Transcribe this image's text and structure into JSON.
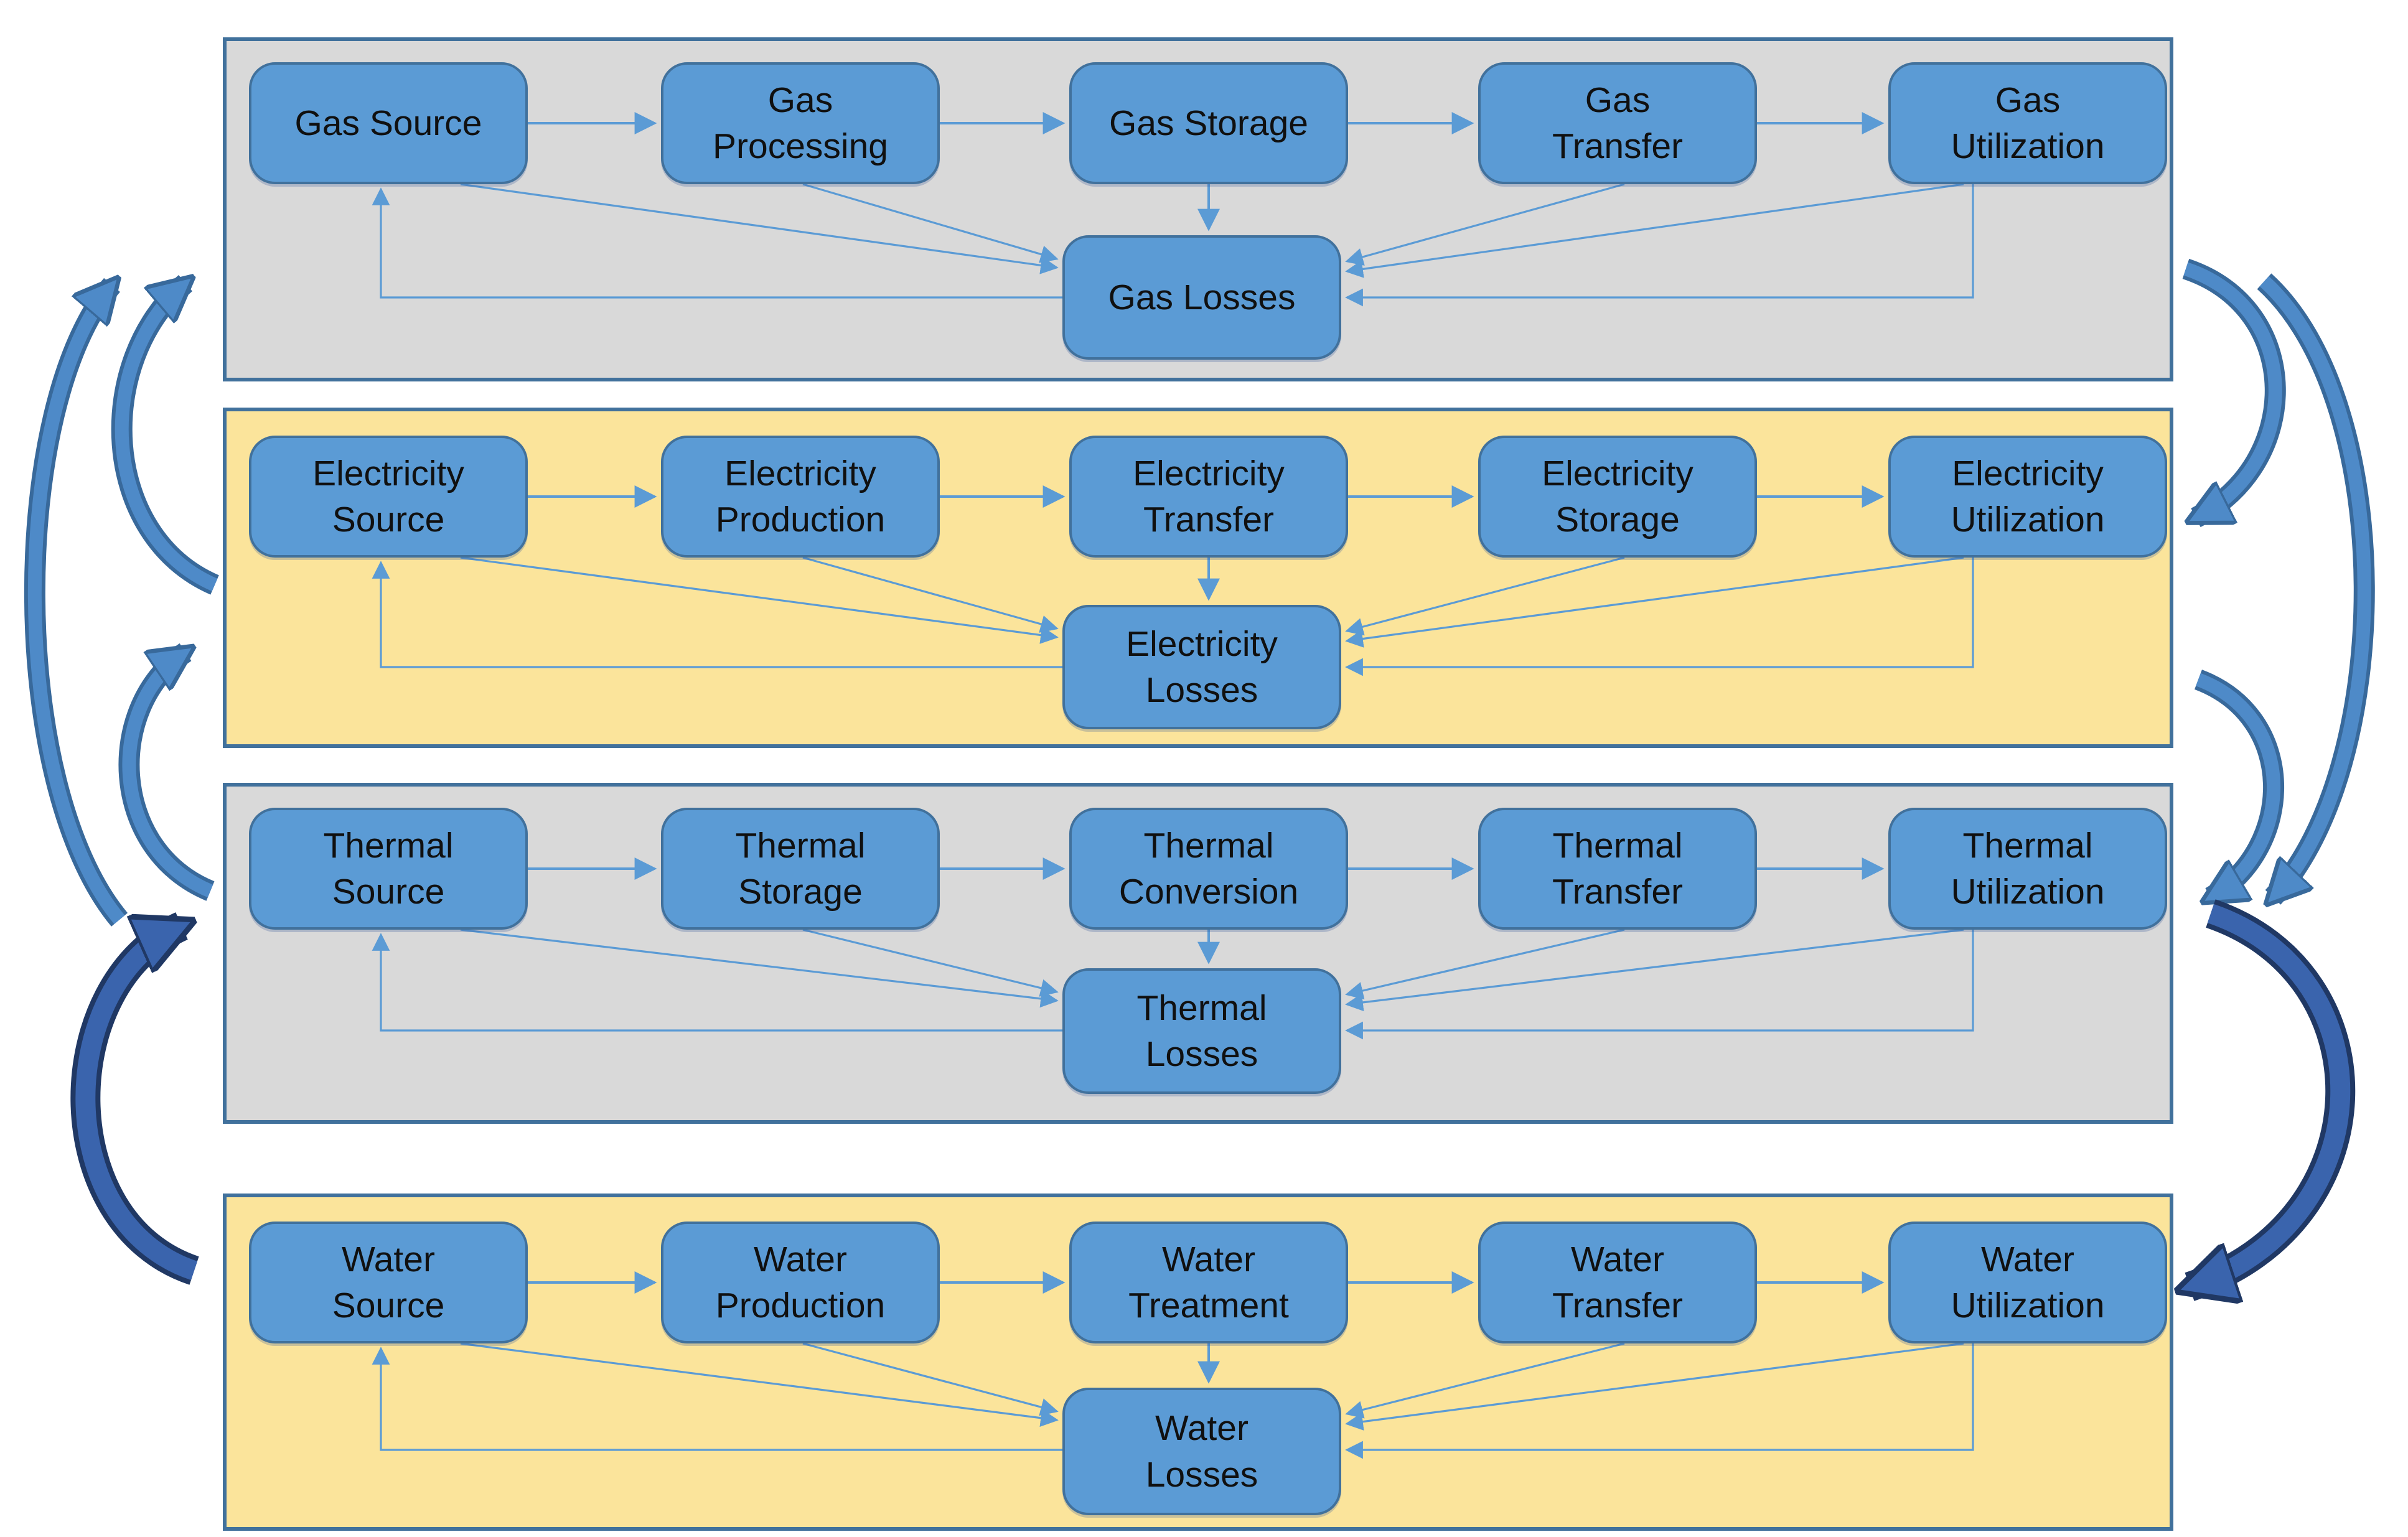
{
  "diagram": {
    "rows": [
      {
        "id": "gas",
        "panel_style": "gray",
        "stages": [
          {
            "label": "Gas Source"
          },
          {
            "label": "Gas\nProcessing"
          },
          {
            "label": "Gas Storage"
          },
          {
            "label": "Gas\nTransfer"
          },
          {
            "label": "Gas\nUtilization"
          }
        ],
        "losses": {
          "label": "Gas Losses"
        }
      },
      {
        "id": "electricity",
        "panel_style": "yellow",
        "stages": [
          {
            "label": "Electricity\nSource"
          },
          {
            "label": "Electricity\nProduction"
          },
          {
            "label": "Electricity\nTransfer"
          },
          {
            "label": "Electricity\nStorage"
          },
          {
            "label": "Electricity\nUtilization"
          }
        ],
        "losses": {
          "label": "Electricity\nLosses"
        }
      },
      {
        "id": "thermal",
        "panel_style": "gray",
        "stages": [
          {
            "label": "Thermal\nSource"
          },
          {
            "label": "Thermal\nStorage"
          },
          {
            "label": "Thermal\nConversion"
          },
          {
            "label": "Thermal\nTransfer"
          },
          {
            "label": "Thermal\nUtilization"
          }
        ],
        "losses": {
          "label": "Thermal\nLosses"
        }
      },
      {
        "id": "water",
        "panel_style": "yellow",
        "stages": [
          {
            "label": "Water\nSource"
          },
          {
            "label": "Water\nProduction"
          },
          {
            "label": "Water\nTreatment"
          },
          {
            "label": "Water\nTransfer"
          },
          {
            "label": "Water\nUtilization"
          }
        ],
        "losses": {
          "label": "Water\nLosses"
        }
      }
    ],
    "internal_links_per_row": [
      "stage1->stage2",
      "stage2->stage3",
      "stage3->stage4",
      "stage4->stage5",
      "stage3->losses",
      "stage1->losses",
      "stage2->losses",
      "stage4->losses",
      "stage5->losses",
      "stage5->losses (down-then-left)",
      "losses->stage1 (left-then-up feedback)"
    ],
    "cross_links": [
      {
        "from": "electricity",
        "to": "gas",
        "side": "left",
        "style": "light"
      },
      {
        "from": "thermal",
        "to": "gas",
        "side": "left",
        "style": "light"
      },
      {
        "from": "thermal",
        "to": "electricity",
        "side": "left",
        "style": "light"
      },
      {
        "from": "water",
        "to": "thermal",
        "side": "left",
        "style": "dark"
      },
      {
        "from": "gas",
        "to": "electricity",
        "side": "right",
        "style": "light"
      },
      {
        "from": "gas",
        "to": "thermal",
        "side": "right",
        "style": "light"
      },
      {
        "from": "electricity",
        "to": "thermal",
        "side": "right",
        "style": "light"
      },
      {
        "from": "thermal",
        "to": "water",
        "side": "right",
        "style": "dark"
      }
    ],
    "colors": {
      "node_fill": "#5B9BD5",
      "node_border": "#41719C",
      "panel_gray": "#D9D9D9",
      "panel_yellow": "#FBE49B",
      "panel_border": "#41719C",
      "connector_blue": "#5B9BD5",
      "curved_light_fill": "#4E8AC8",
      "curved_light_outline": "#38699B",
      "curved_dark_fill": "#3A64AD",
      "curved_dark_outline": "#203864",
      "text": "#101010",
      "background": "#FFFFFF"
    }
  }
}
